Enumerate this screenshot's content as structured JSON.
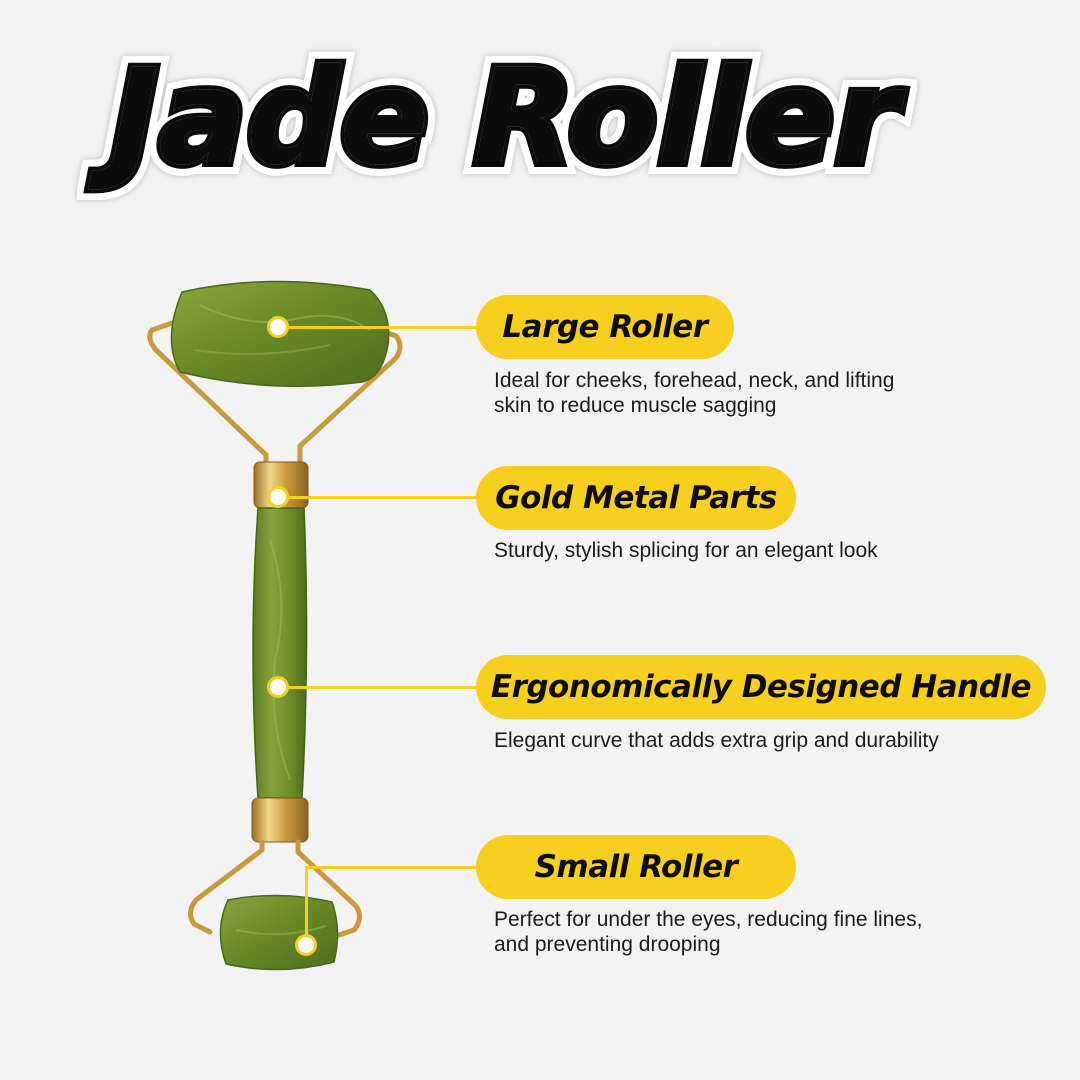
{
  "title": "Jade Roller",
  "colors": {
    "accent": "#f7cf1f",
    "jade": "#6b8a2a",
    "gold": "#d4a94a",
    "background": "#f3f3f3"
  },
  "features": [
    {
      "label": "Large Roller",
      "description_lines": [
        "Ideal for cheeks, forehead, neck, and lifting",
        "skin to reduce muscle sagging"
      ]
    },
    {
      "label": "Gold Metal Parts",
      "description_lines": [
        "Sturdy, stylish splicing for an elegant look"
      ]
    },
    {
      "label": "Ergonomically Designed Handle",
      "description_lines": [
        "Elegant curve that adds extra grip and durability"
      ]
    },
    {
      "label": "Small Roller",
      "description_lines": [
        "Perfect for under the eyes, reducing fine lines,",
        "and preventing drooping"
      ]
    }
  ]
}
